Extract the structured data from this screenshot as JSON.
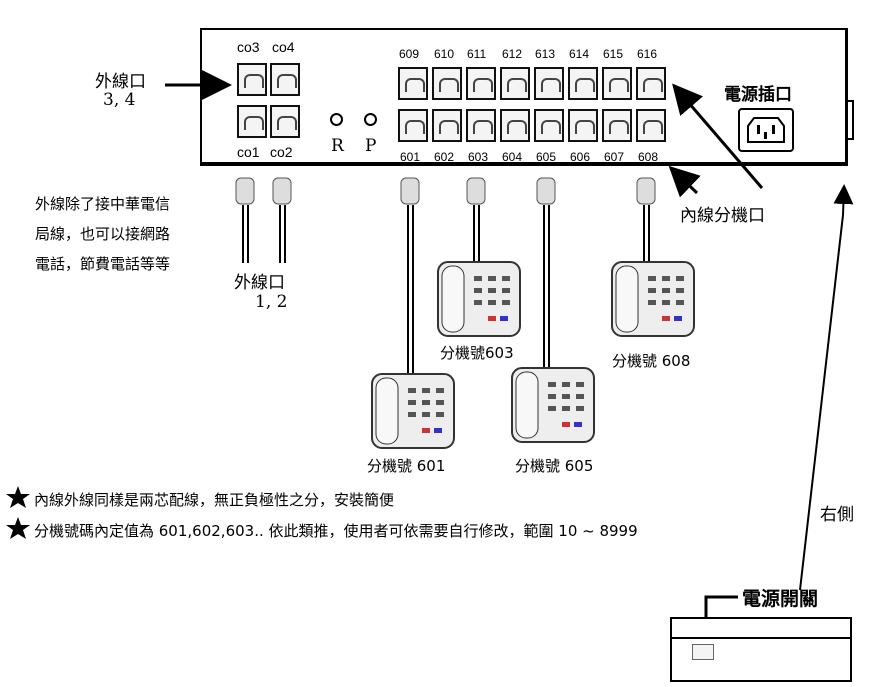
{
  "panel": {
    "co_top": [
      "co3",
      "co4"
    ],
    "co_bottom": [
      "co1",
      "co2"
    ],
    "ext_top": [
      "609",
      "610",
      "611",
      "612",
      "613",
      "614",
      "615",
      "616"
    ],
    "ext_bottom": [
      "601",
      "602",
      "603",
      "604",
      "605",
      "606",
      "607",
      "608"
    ],
    "led_r": "R",
    "led_p": "P",
    "power_socket": "電源插口"
  },
  "labels": {
    "outer_line": "外線口",
    "outer_34": "3, 4",
    "outer_12": "1, 2",
    "inner_line": "內線分機口",
    "right_side": "右側",
    "power_switch": "電源開關"
  },
  "description": [
    "外線除了接中華電信",
    "局線，也可以接網路",
    "電話，節費電話等等"
  ],
  "phones": {
    "p601": "分機號 601",
    "p603": "分機號603",
    "p605": "分機號 605",
    "p608": "分機號 608"
  },
  "notes": [
    "內線外線同樣是兩芯配線，無正負極性之分，安裝簡便",
    "分機號碼內定值為 601,602,603.. 依此類推，使用者可依需要自行修改，範圍 10 ~ 8999"
  ],
  "icons": {
    "star": "star-icon",
    "arrow": "arrow-icon",
    "jack": "rj11-jack-icon",
    "phone": "telephone-icon"
  }
}
